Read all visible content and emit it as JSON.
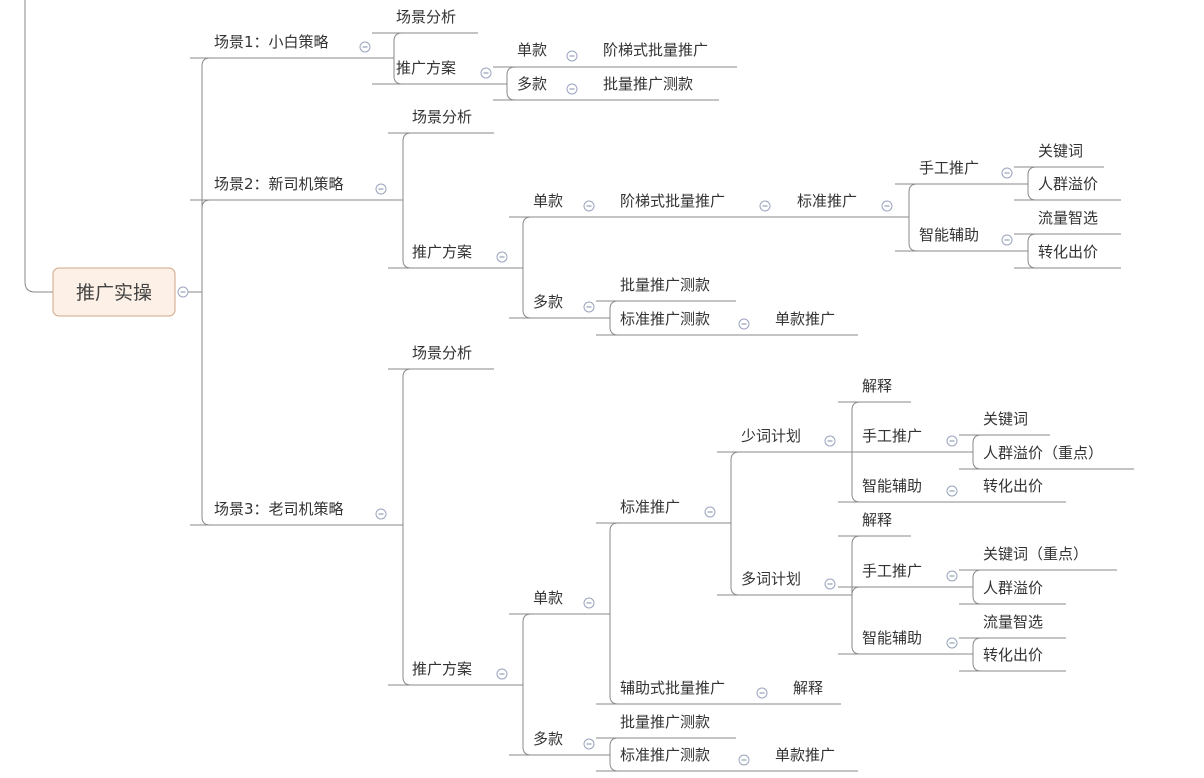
{
  "mindmap": {
    "root": {
      "label": "推广实操"
    },
    "nodes": [
      {
        "id": "s1",
        "label": "场景1：小白策略"
      },
      {
        "id": "s1a",
        "label": "场景分析"
      },
      {
        "id": "s1b",
        "label": "推广方案"
      },
      {
        "id": "s1b1",
        "label": "单款"
      },
      {
        "id": "s1b1a",
        "label": "阶梯式批量推广"
      },
      {
        "id": "s1b2",
        "label": "多款"
      },
      {
        "id": "s1b2a",
        "label": "批量推广测款"
      },
      {
        "id": "s2",
        "label": "场景2：新司机策略"
      },
      {
        "id": "s2a",
        "label": "场景分析"
      },
      {
        "id": "s2b",
        "label": "推广方案"
      },
      {
        "id": "s2b1",
        "label": "单款"
      },
      {
        "id": "s2b1a",
        "label": "阶梯式批量推广"
      },
      {
        "id": "s2b1a1",
        "label": "标准推广"
      },
      {
        "id": "s2m",
        "label": "手工推广"
      },
      {
        "id": "s2m1",
        "label": "关键词"
      },
      {
        "id": "s2m2",
        "label": "人群溢价"
      },
      {
        "id": "s2z",
        "label": "智能辅助"
      },
      {
        "id": "s2z1",
        "label": "流量智选"
      },
      {
        "id": "s2z2",
        "label": "转化出价"
      },
      {
        "id": "s2b2",
        "label": "多款"
      },
      {
        "id": "s2b2a",
        "label": "批量推广测款"
      },
      {
        "id": "s2b2b",
        "label": "标准推广测款"
      },
      {
        "id": "s2b2b1",
        "label": "单款推广"
      },
      {
        "id": "s3",
        "label": "场景3：老司机策略"
      },
      {
        "id": "s3a",
        "label": "场景分析"
      },
      {
        "id": "s3b",
        "label": "推广方案"
      },
      {
        "id": "s3b1",
        "label": "单款"
      },
      {
        "id": "s3st",
        "label": "标准推广"
      },
      {
        "id": "s3sc",
        "label": "少词计划"
      },
      {
        "id": "s3sc1",
        "label": "解释"
      },
      {
        "id": "s3sc2",
        "label": "手工推广"
      },
      {
        "id": "s3sc2a",
        "label": "关键词"
      },
      {
        "id": "s3sc2b",
        "label": "人群溢价（重点）"
      },
      {
        "id": "s3sc3",
        "label": "智能辅助"
      },
      {
        "id": "s3sc3a",
        "label": "转化出价"
      },
      {
        "id": "s3dc",
        "label": "多词计划"
      },
      {
        "id": "s3dc1",
        "label": "解释"
      },
      {
        "id": "s3dc2",
        "label": "手工推广"
      },
      {
        "id": "s3dc2a",
        "label": "关键词（重点）"
      },
      {
        "id": "s3dc2b",
        "label": "人群溢价"
      },
      {
        "id": "s3dc3",
        "label": "智能辅助"
      },
      {
        "id": "s3dc3a",
        "label": "流量智选"
      },
      {
        "id": "s3dc3b",
        "label": "转化出价"
      },
      {
        "id": "s3fz",
        "label": "辅助式批量推广"
      },
      {
        "id": "s3fz1",
        "label": "解释"
      },
      {
        "id": "s3b2",
        "label": "多款"
      },
      {
        "id": "s3b2a",
        "label": "批量推广测款"
      },
      {
        "id": "s3b2b",
        "label": "标准推广测款"
      },
      {
        "id": "s3b2b1",
        "label": "单款推广"
      }
    ]
  }
}
